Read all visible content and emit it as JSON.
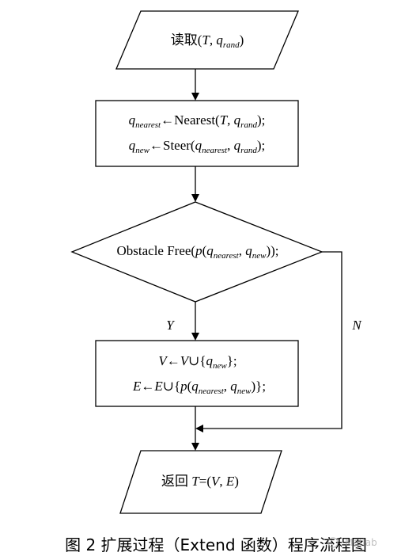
{
  "nodes": {
    "read": {
      "label": "读取(T, q_rand)"
    },
    "nearest": {
      "label": "q_nearest←Nearest(T, q_rand);"
    },
    "steer": {
      "label": "q_new←Steer(q_nearest, q_rand);"
    },
    "decision": {
      "label": "Obstacle Free(p(q_nearest, q_new));"
    },
    "add_vertex": {
      "label": "V←V∪{q_new};"
    },
    "add_edge": {
      "label": "E←E∪{p(q_nearest, q_new)};"
    },
    "return": {
      "label": "返回 T=(V, E)"
    }
  },
  "edges": {
    "yes_label": "Y",
    "no_label": "N"
  },
  "caption": "图 2  扩展过程（Extend 函数）程序流程图",
  "watermark": "Matlab"
}
